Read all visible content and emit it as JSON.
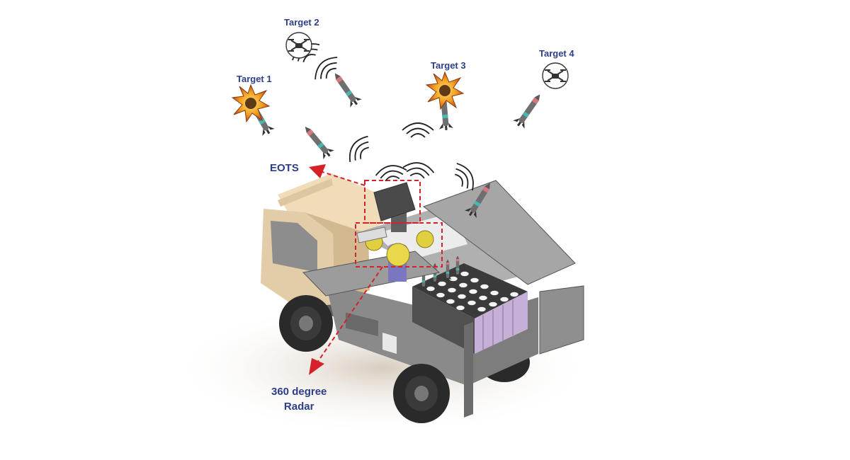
{
  "labels": {
    "target_1": "Target 1",
    "target_2": "Target 2",
    "target_3": "Target 3",
    "target_4": "Target 4",
    "eots": "EOTS",
    "radar_line1": "360 degree",
    "radar_line2": "Radar"
  },
  "colors": {
    "label_text": "#2b3f86",
    "callout_red": "#d6202a",
    "cab": "#e3cda8",
    "body_panel": "#9a9a9a",
    "tire": "#2a2a2a",
    "sensor_yellow": "#e8d84a",
    "explosion": "#f2a020"
  },
  "targets": [
    {
      "id": "target_1",
      "state": "destroyed",
      "icon": "explosion-icon"
    },
    {
      "id": "target_2",
      "state": "tracked",
      "icon": "drone-icon"
    },
    {
      "id": "target_3",
      "state": "destroyed",
      "icon": "explosion-icon"
    },
    {
      "id": "target_4",
      "state": "tracked",
      "icon": "drone-icon"
    }
  ]
}
